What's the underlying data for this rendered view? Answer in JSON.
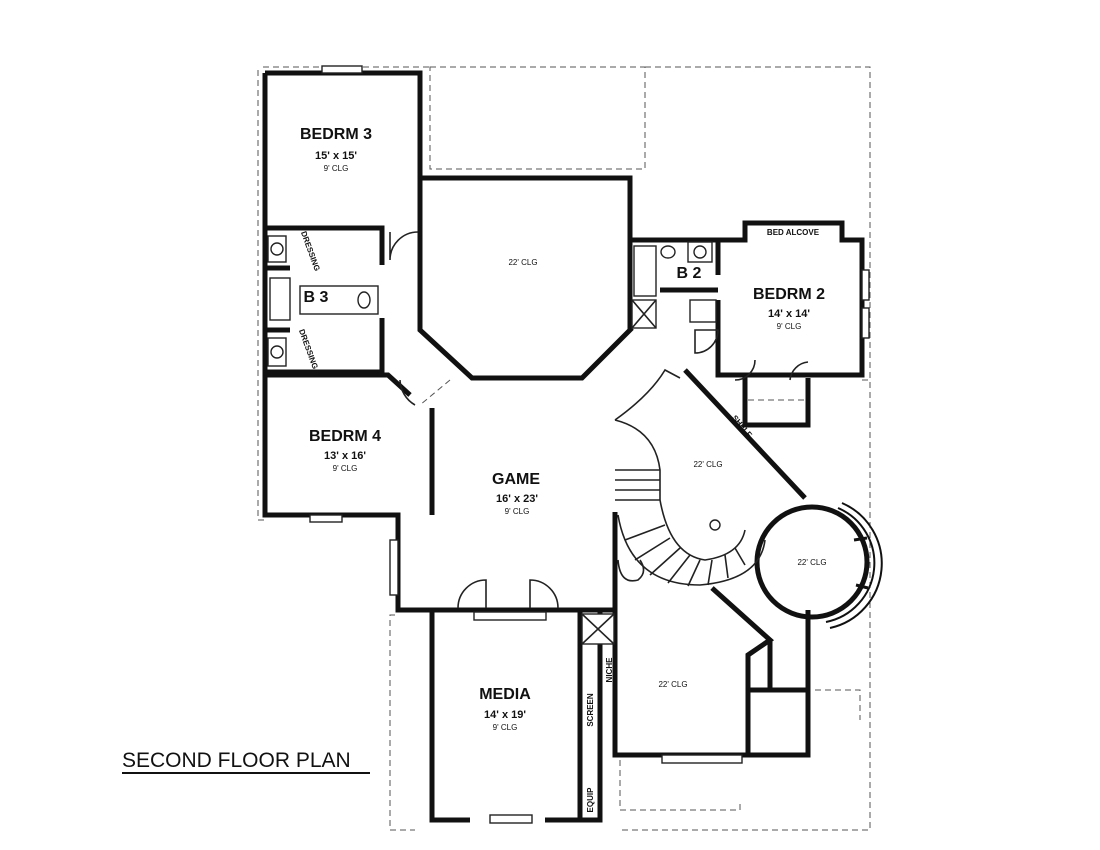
{
  "plan": {
    "title": "SECOND FLOOR PLAN",
    "rooms": {
      "bedrm3": {
        "name": "BEDRM 3",
        "dims": "15' x 15'",
        "clg": "9' CLG"
      },
      "bedrm4": {
        "name": "BEDRM 4",
        "dims": "13' x 16'",
        "clg": "9' CLG"
      },
      "bedrm2": {
        "name": "BEDRM 2",
        "dims": "14' x 14'",
        "clg": "9' CLG"
      },
      "game": {
        "name": "GAME",
        "dims": "16' x 23'",
        "clg": "9' CLG"
      },
      "media": {
        "name": "MEDIA",
        "dims": "14' x 19'",
        "clg": "9' CLG"
      },
      "b3": {
        "name": "B 3"
      },
      "b2": {
        "name": "B 2"
      }
    },
    "open_to_below": {
      "upper_center": "22' CLG",
      "stair_hall": "22' CLG",
      "turret": "22' CLG",
      "lower_right": "22' CLG"
    },
    "labels": {
      "dressing_upper": "DRESSING",
      "dressing_lower": "DRESSING",
      "bed_alcove": "BED ALCOVE",
      "shelf": "SHELF",
      "niche": "NICHE",
      "screen": "SCREEN",
      "equip": "EQUIP"
    }
  }
}
